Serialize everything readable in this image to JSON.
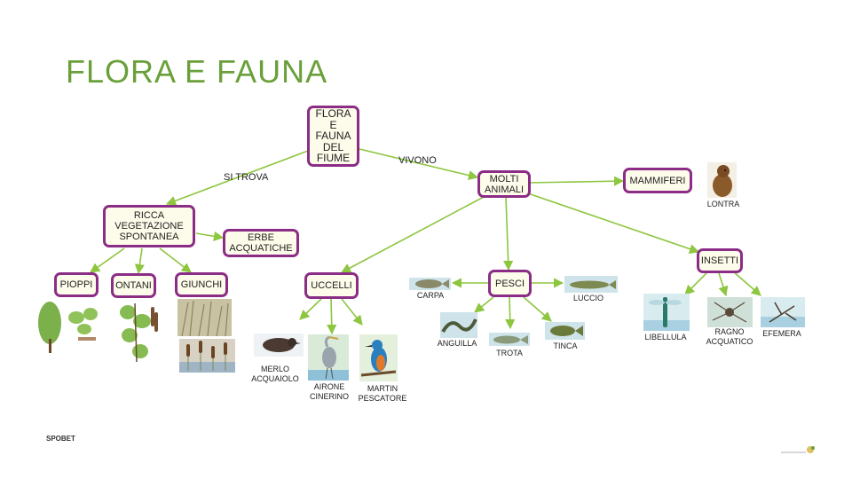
{
  "title": "FLORA E FAUNA",
  "nodes": {
    "root": "FLORA\nE\nFAUNA\nDEL\nFIUME",
    "molti_animali": "MOLTI\nANIMALI",
    "mammiferi": "MAMMIFERI",
    "vegetazione": "RICCA\nVEGETAZIONE\nSPONTANEA",
    "erbe": "ERBE\nACQUATICHE",
    "pioppi": "PIOPPI",
    "ontani": "ONTANI",
    "giunchi": "GIUNCHI",
    "uccelli": "UCCELLI",
    "pesci": "PESCI",
    "insetti": "INSETTI"
  },
  "edge_labels": {
    "si_trova": "SI TROVA",
    "vivono": "VIVONO"
  },
  "captions": {
    "lontra": "LONTRA",
    "carpa": "CARPA",
    "luccio": "LUCCIO",
    "anguilla": "ANGUILLA",
    "trota": "TROTA",
    "tinca": "TINCA",
    "merlo": "MERLO\nACQUAIOLO",
    "airone": "AIRONE\nCINERINO",
    "martin": "MARTIN\nPESCATORE",
    "libellula": "LIBELLULA",
    "ragno": "RAGNO\nACQUATICO",
    "efemera": "EFEMERA"
  },
  "footer": "SPOBET",
  "colors": {
    "node_border": "#8b2d86",
    "node_fill": "#fdfbe9",
    "arrow": "#8dc63f",
    "title": "#6aa03a"
  }
}
